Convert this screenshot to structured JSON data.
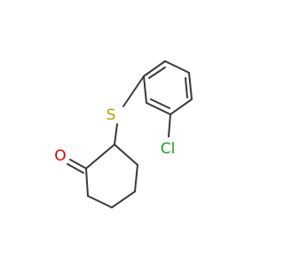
{
  "molecule": {
    "atoms": {
      "sulfur": {
        "label": "S",
        "color": "#b8a000"
      },
      "chlorine": {
        "label": "Cl",
        "color": "#22a022"
      },
      "oxygen": {
        "label": "O",
        "color": "#e00000"
      }
    },
    "bond_color": "#3a3a3a"
  }
}
